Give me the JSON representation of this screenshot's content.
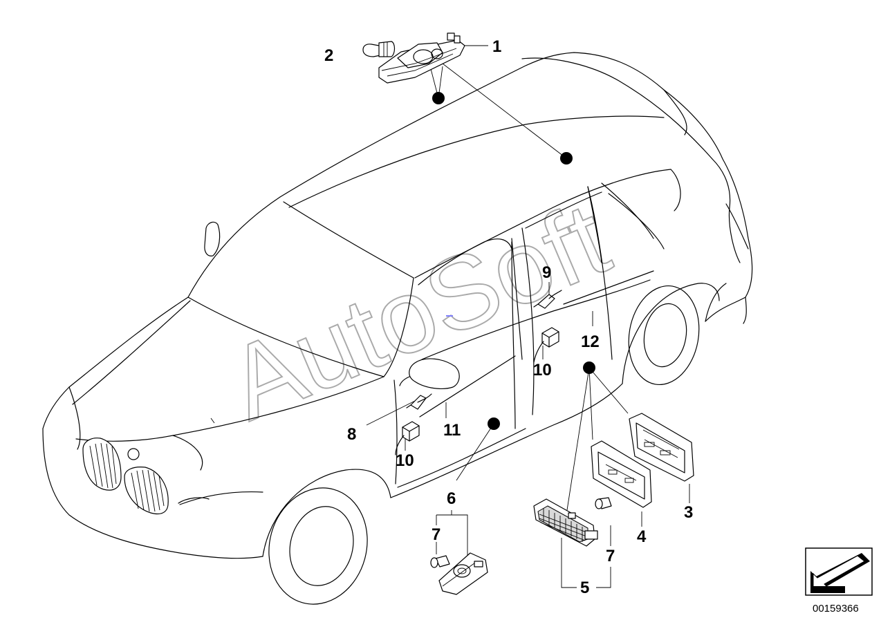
{
  "watermark": "AutoSoft",
  "document_number": "00159366",
  "callouts": {
    "c1": "1",
    "c2": "2",
    "c3": "3",
    "c4": "4",
    "c5": "5",
    "c6": "6",
    "c7a": "7",
    "c7b": "7",
    "c8": "8",
    "c9": "9",
    "c10a": "10",
    "c10b": "10",
    "c11": "11",
    "c12": "12"
  },
  "icons": {
    "nav": "arrow-left-down-icon"
  }
}
